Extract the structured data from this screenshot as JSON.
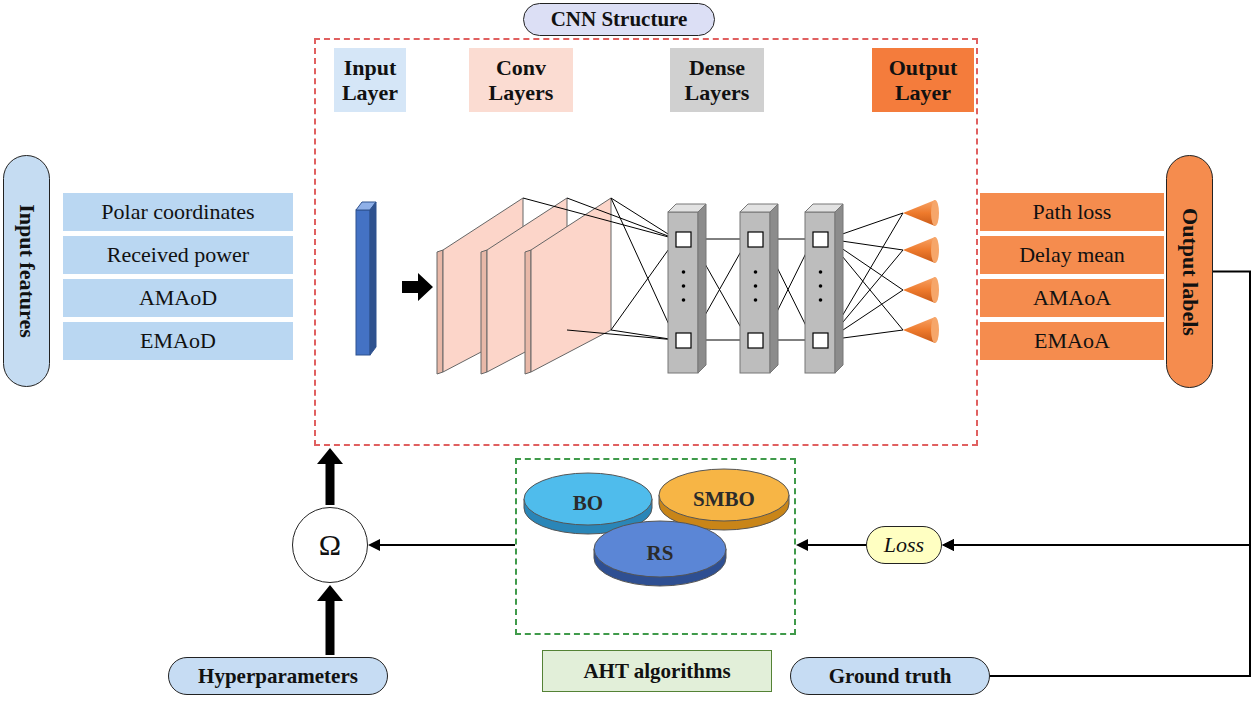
{
  "diagram": {
    "nodes": [
      {
        "text": [
          "CNN Structure"
        ]
      },
      {
        "text": [
          "Input Layer"
        ],
        "in": 0
      },
      {
        "text": [
          "Conv Layers"
        ],
        "in": 0
      },
      {
        "text": [
          "Dense Layers"
        ],
        "in": 0
      },
      {
        "text": [
          "Output Layer"
        ],
        "in": 0
      },
      {
        "text": [
          "Input features"
        ]
      },
      {
        "text": [
          "Polar coordinates"
        ]
      },
      {
        "text": [
          "Received power"
        ]
      },
      {
        "text": [
          "AMAoD"
        ]
      },
      {
        "text": [
          "EMAoD"
        ]
      },
      {
        "text": [
          "Path loss"
        ]
      },
      {
        "text": [
          "Delay mean"
        ]
      },
      {
        "text": [
          "AMAoA"
        ]
      },
      {
        "text": [
          "EMAoA"
        ]
      },
      {
        "text": [
          "Output labels"
        ]
      },
      {
        "text": [
          "Ω"
        ]
      },
      {
        "text": [
          "AHT algorithms"
        ]
      },
      {
        "text": [
          "BO"
        ],
        "in": 16
      },
      {
        "text": [
          "SMBO"
        ],
        "in": 16
      },
      {
        "text": [
          "RS"
        ],
        "in": 16
      },
      {
        "text": [
          "Loss"
        ]
      },
      {
        "text": [
          "Hyperparameters"
        ]
      },
      {
        "text": [
          "Ground truth"
        ]
      }
    ],
    "edges": [
      {
        "from": 14,
        "to": 20,
        "arrow": "to"
      },
      {
        "from": 22,
        "to": 20,
        "arrow": "to"
      },
      {
        "from": 20,
        "to": 16,
        "arrow": "to"
      },
      {
        "from": 16,
        "to": 15,
        "arrow": "to"
      },
      {
        "from": 21,
        "to": 15,
        "arrow": "to"
      },
      {
        "from": 15,
        "to": 0,
        "arrow": "to"
      }
    ]
  }
}
